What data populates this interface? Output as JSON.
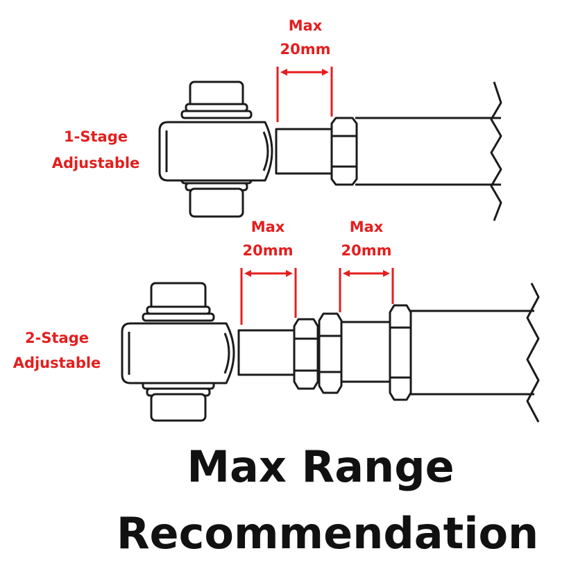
{
  "stage1": {
    "label_line1": "1-Stage",
    "label_line2": "Adjustable",
    "range": {
      "line1": "Max",
      "line2": "20mm"
    }
  },
  "stage2": {
    "label_line1": "2-Stage",
    "label_line2": "Adjustable",
    "range_left": {
      "line1": "Max",
      "line2": "20mm"
    },
    "range_right": {
      "line1": "Max",
      "line2": "20mm"
    }
  },
  "title": {
    "line1": "Max Range",
    "line2": "Recommendation"
  },
  "colors": {
    "accent": "#e41e1e",
    "outline": "#1b1b1b",
    "background": "#ffffff"
  }
}
